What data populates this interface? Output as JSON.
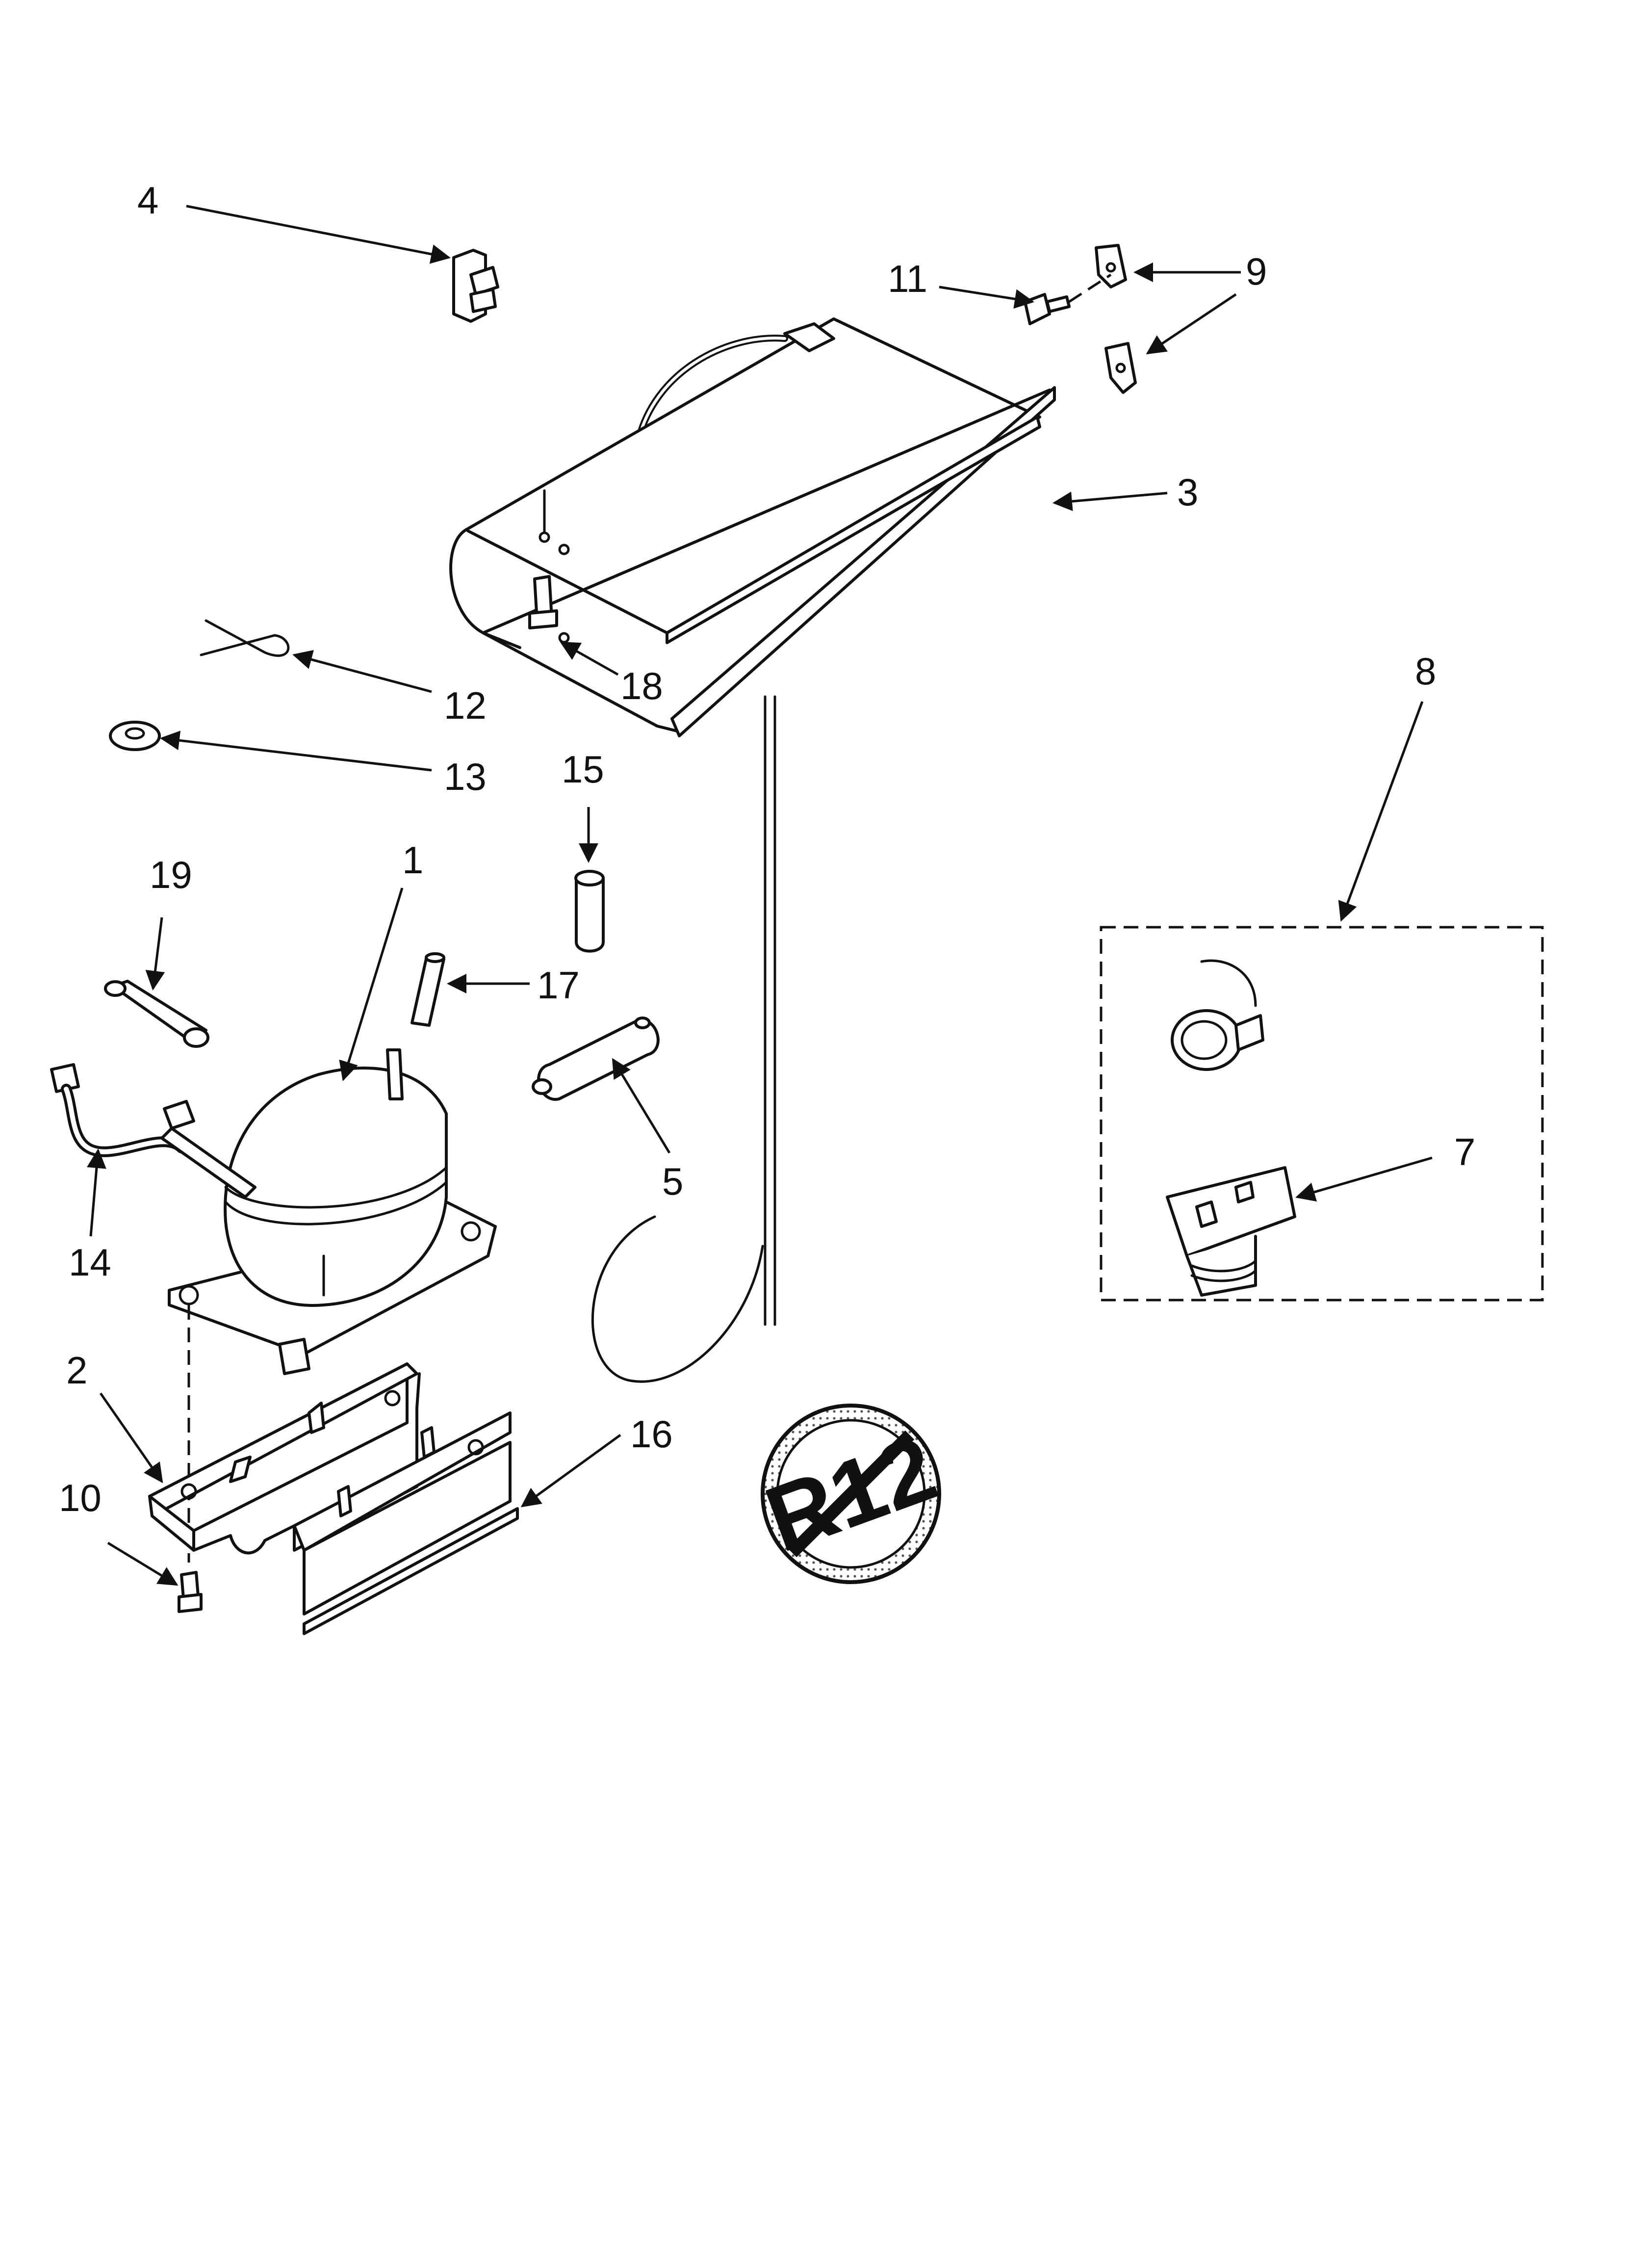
{
  "callouts": {
    "c1": "1",
    "c2": "2",
    "c3": "3",
    "c4": "4",
    "c5": "5",
    "c7": "7",
    "c8": "8",
    "c9": "9",
    "c10": "10",
    "c11": "11",
    "c12": "12",
    "c13": "13",
    "c14": "14",
    "c15": "15",
    "c16": "16",
    "c17": "17",
    "c18": "18",
    "c19": "19"
  },
  "badge": {
    "text": "R12"
  },
  "colors": {
    "line": "#111111",
    "background": "#ffffff",
    "badge_hatch": "#555555"
  }
}
